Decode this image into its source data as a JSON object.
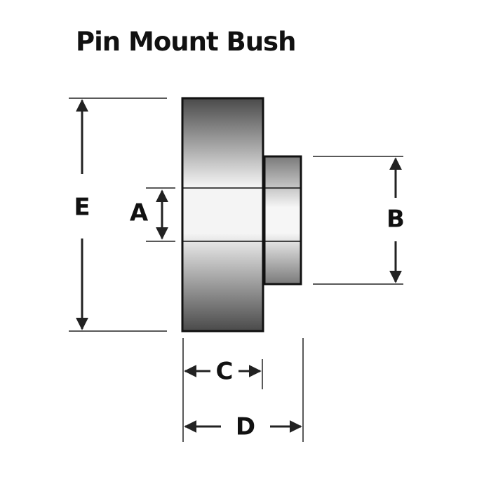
{
  "title": "Pin Mount Bush",
  "labels": {
    "a": "A",
    "b": "B",
    "c": "C",
    "d": "D",
    "e": "E"
  },
  "colors": {
    "outline": "#111111",
    "dimension": "#222222",
    "shade_dark": "#4a4a4a",
    "shade_light": "#f4f4f4"
  }
}
